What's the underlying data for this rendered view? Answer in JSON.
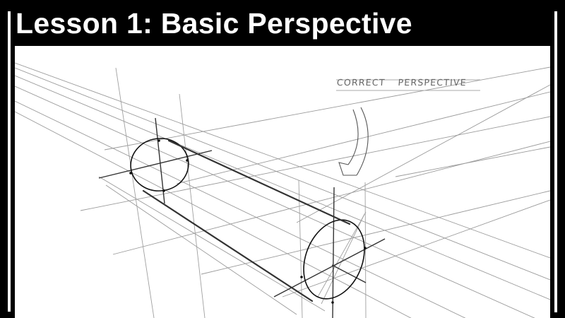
{
  "header": {
    "title": "Lesson 1: Basic Perspective"
  },
  "annotation": {
    "word1": "CORRECT",
    "word2": "PERSPECTIVE",
    "arrow_icon": "curved-arrow-down"
  },
  "colors": {
    "background": "#000000",
    "title_text": "#ffffff",
    "canvas": "#ffffff",
    "guide_lines": "#9a9a9a",
    "ink": "#1a1a1a"
  },
  "diagram": {
    "subject": "cylinder in two-point perspective",
    "elements": [
      "perspective guide lines",
      "near ellipse",
      "far ellipse",
      "cylinder contour lines",
      "vertical construction lines",
      "annotation arrow"
    ]
  }
}
